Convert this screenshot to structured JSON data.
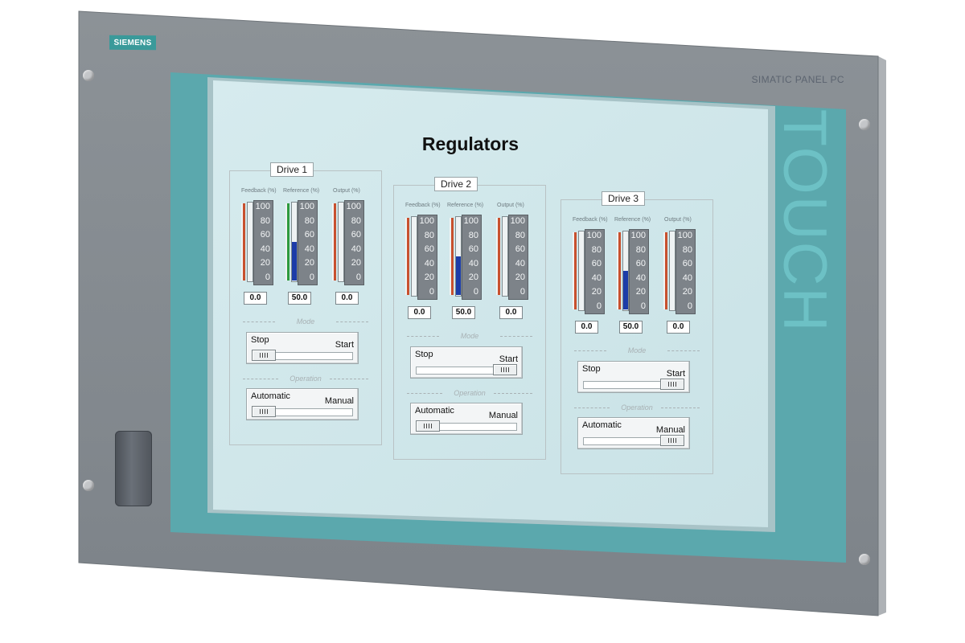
{
  "device": {
    "brand": "SIEMENS",
    "model": "SIMATIC PANEL PC",
    "touch_label": "TOUCH"
  },
  "screen": {
    "title": "Regulators",
    "gauge_scale": [
      "100",
      "80",
      "60",
      "40",
      "20",
      "0"
    ],
    "mode_label": "Mode",
    "operation_label": "Operation",
    "drives": [
      {
        "name": "Drive 1",
        "gauges": [
          {
            "caption": "Feedback (%)",
            "value": "0.0",
            "level": 0.0,
            "strip_color": "#c8502e"
          },
          {
            "caption": "Reference (%)",
            "value": "50.0",
            "level": 0.5,
            "strip_color": "#2e9a3e"
          },
          {
            "caption": "Output (%)",
            "value": "0.0",
            "level": 0.0,
            "strip_color": "#c8502e"
          }
        ],
        "mode": {
          "left": "Stop",
          "right": "Start",
          "position": "left"
        },
        "operation": {
          "left": "Automatic",
          "right": "Manual",
          "position": "left"
        }
      },
      {
        "name": "Drive 2",
        "gauges": [
          {
            "caption": "Feedback (%)",
            "value": "0.0",
            "level": 0.0,
            "strip_color": "#c8502e"
          },
          {
            "caption": "Reference (%)",
            "value": "50.0",
            "level": 0.5,
            "strip_color": "#c8502e"
          },
          {
            "caption": "Output (%)",
            "value": "0.0",
            "level": 0.0,
            "strip_color": "#c8502e"
          }
        ],
        "mode": {
          "left": "Stop",
          "right": "Start",
          "position": "right"
        },
        "operation": {
          "left": "Automatic",
          "right": "Manual",
          "position": "left"
        }
      },
      {
        "name": "Drive 3",
        "gauges": [
          {
            "caption": "Feedback (%)",
            "value": "0.0",
            "level": 0.0,
            "strip_color": "#c8502e"
          },
          {
            "caption": "Reference (%)",
            "value": "50.0",
            "level": 0.5,
            "strip_color": "#c8502e"
          },
          {
            "caption": "Output (%)",
            "value": "0.0",
            "level": 0.0,
            "strip_color": "#c8502e"
          }
        ],
        "mode": {
          "left": "Stop",
          "right": "Start",
          "position": "right"
        },
        "operation": {
          "left": "Automatic",
          "right": "Manual",
          "position": "right"
        }
      }
    ]
  }
}
